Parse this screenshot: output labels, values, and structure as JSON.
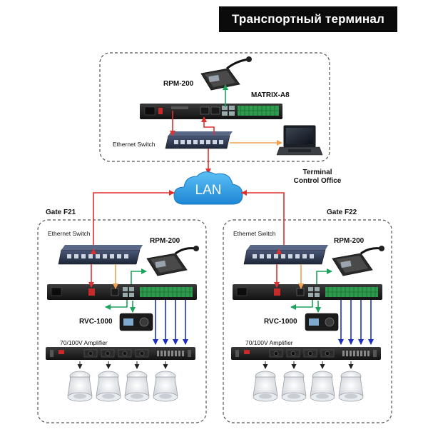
{
  "title": "Транспортный терминал",
  "control_office": {
    "label": "Terminal\nControl Office",
    "rpm_label": "RPM-200",
    "matrix_label": "MATRIX-A8",
    "switch_label": "Ethernet Switch"
  },
  "network": {
    "label": "LAN"
  },
  "gates": [
    {
      "name": "Gate F21",
      "switch_label": "Ethernet Switch",
      "rpm_label": "RPM-200",
      "rvc_label": "RVC-1000",
      "amplifier_label": "70/100V  Amplifier",
      "speaker_count": 4
    },
    {
      "name": "Gate F22",
      "switch_label": "Ethernet Switch",
      "rpm_label": "RPM-200",
      "rvc_label": "RVC-1000",
      "amplifier_label": "70/100V  Amplifier",
      "speaker_count": 4
    }
  ],
  "colors": {
    "lan_link": "#e03030",
    "uplink": "#f0a050",
    "rpm_link": "#1aa35a",
    "speaker_line": "#1c2fbf",
    "cloud": "#2f9be0"
  }
}
